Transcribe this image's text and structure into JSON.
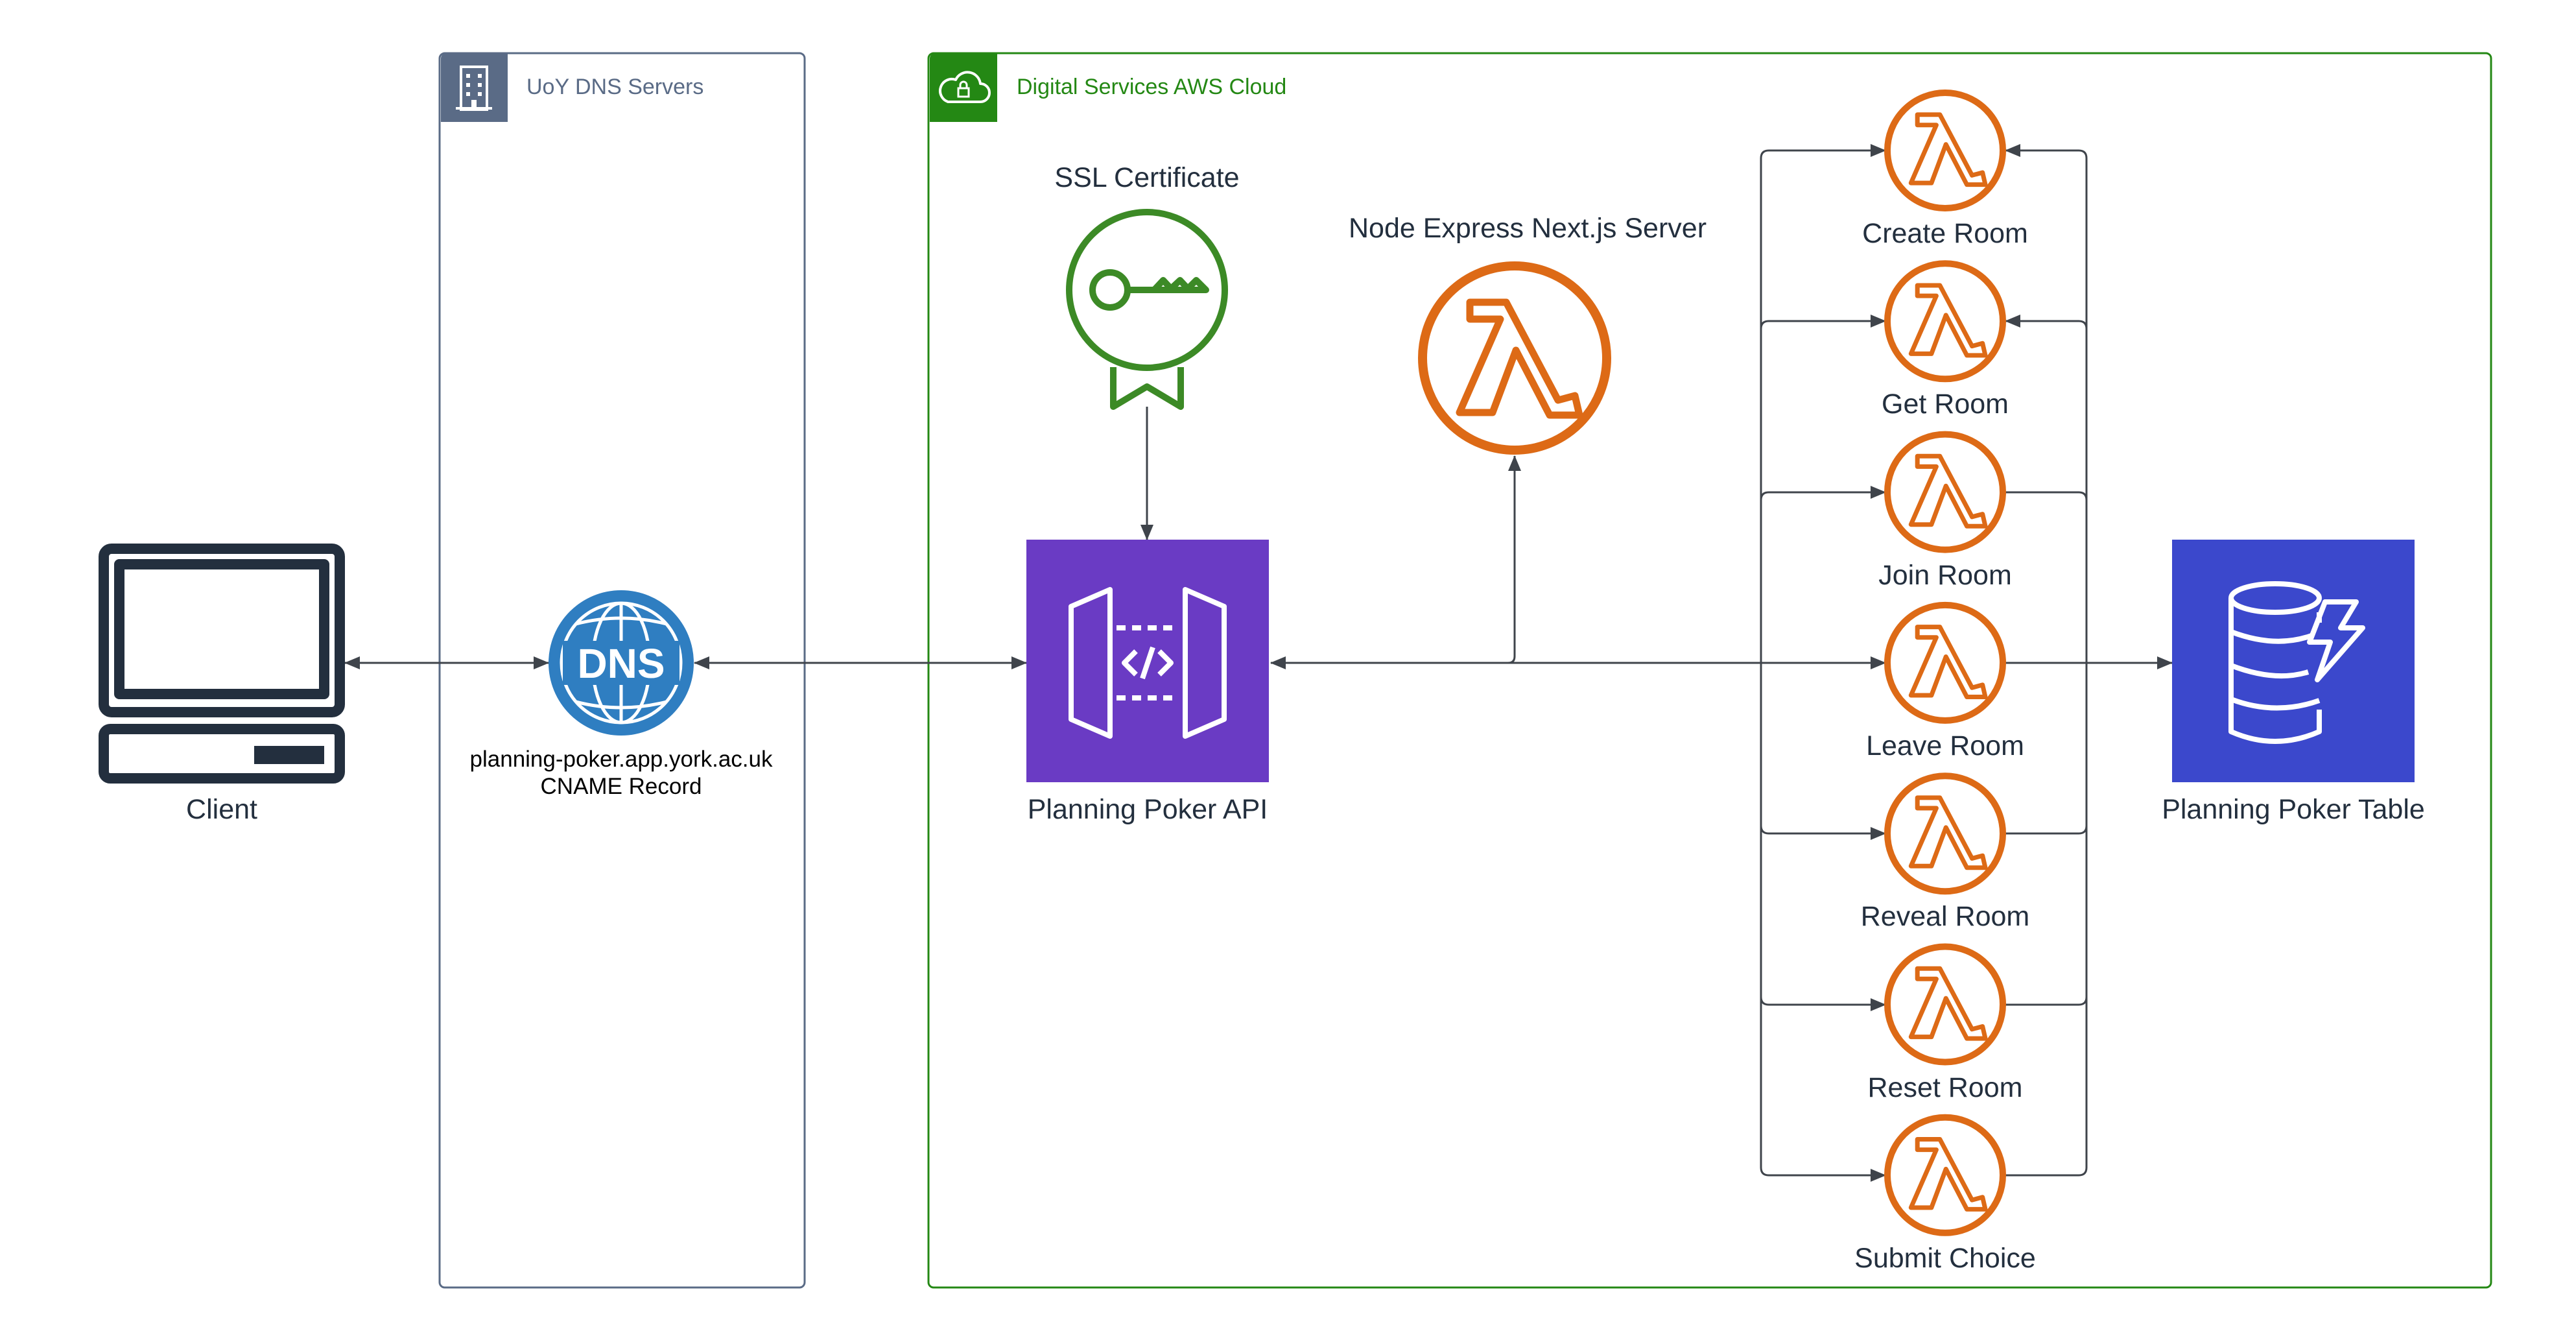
{
  "groups": {
    "uoy": {
      "title": "UoY DNS Servers",
      "icon": "office-building-icon",
      "color": "#5a6b86"
    },
    "aws": {
      "title": "Digital Services AWS Cloud",
      "icon": "aws-cloud-icon",
      "color": "#248814"
    }
  },
  "nodes": {
    "client": {
      "label": "Client",
      "icon": "desktop-computer-icon"
    },
    "dns": {
      "badge": "DNS",
      "label_line1": "planning-poker.app.york.ac.uk",
      "label_line2": "CNAME Record",
      "icon": "dns-globe-icon"
    },
    "ssl": {
      "label": "SSL Certificate",
      "icon": "certificate-key-icon"
    },
    "api": {
      "label": "Planning Poker API",
      "icon": "api-gateway-icon"
    },
    "server": {
      "label": "Node Express Next.js Server",
      "icon": "lambda-icon"
    },
    "table": {
      "label": "Planning Poker Table",
      "icon": "dynamodb-icon"
    },
    "lambdas": [
      {
        "id": "create-room",
        "label": "Create Room"
      },
      {
        "id": "get-room",
        "label": "Get Room"
      },
      {
        "id": "join-room",
        "label": "Join Room"
      },
      {
        "id": "leave-room",
        "label": "Leave Room"
      },
      {
        "id": "reveal-room",
        "label": "Reveal Room"
      },
      {
        "id": "reset-room",
        "label": "Reset Room"
      },
      {
        "id": "submit-choice",
        "label": "Submit Choice"
      }
    ]
  },
  "colors": {
    "text": "#232f3e",
    "edge": "#3f444b",
    "lambda": "#dd6a16",
    "api": "#6a3bc4",
    "dynamodb": "#3b48cc",
    "certificate": "#3c8a26",
    "dns": "#2f7ec1",
    "client": "#232f3e"
  }
}
